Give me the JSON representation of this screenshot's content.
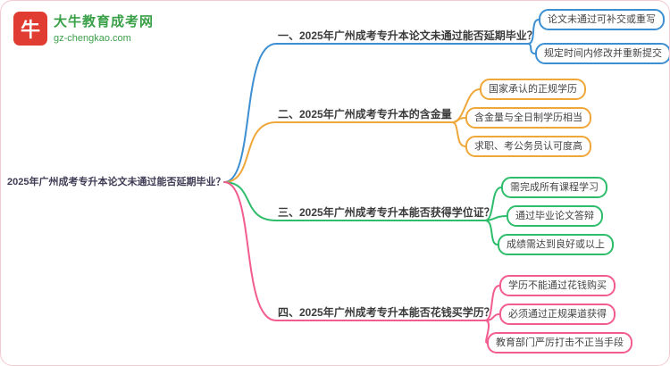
{
  "page": {
    "background": "#ffffff",
    "border_color": "#f2c9d1"
  },
  "logo": {
    "mark_glyph": "牛",
    "mark_color": "#e03c31",
    "name": "大牛教育成考网",
    "domain": "gz-chengkao.com",
    "text_color": "#3aa048"
  },
  "root": {
    "label": "2025年广州成考专升本论文未通过能否延期毕业？",
    "color": "#3f3c55"
  },
  "branches": [
    {
      "label": "一、2025年广州成考专升本论文未通过能否延期毕业？",
      "color": "#3d8fd1",
      "children": [
        {
          "label": "论文未通过可补交或重写"
        },
        {
          "label": "规定时间内修改并重新提交"
        }
      ]
    },
    {
      "label": "二、2025年广州成考专升本的含金量",
      "color": "#f0a73a",
      "children": [
        {
          "label": "国家承认的正规学历"
        },
        {
          "label": "含金量与全日制学历相当"
        },
        {
          "label": "求职、考公务员认可度高"
        }
      ]
    },
    {
      "label": "三、2025年广州成考专升本能否获得学位证？",
      "color": "#2ebd6b",
      "children": [
        {
          "label": "需完成所有课程学习"
        },
        {
          "label": "通过毕业论文答辩"
        },
        {
          "label": "成绩需达到良好或以上"
        }
      ]
    },
    {
      "label": "四、2025年广州成考专升本能否花钱买学历？",
      "color": "#f25c8e",
      "children": [
        {
          "label": "学历不能通过花钱购买"
        },
        {
          "label": "必须通过正规渠道获得"
        },
        {
          "label": "教育部门严厉打击不正当手段"
        }
      ]
    }
  ]
}
